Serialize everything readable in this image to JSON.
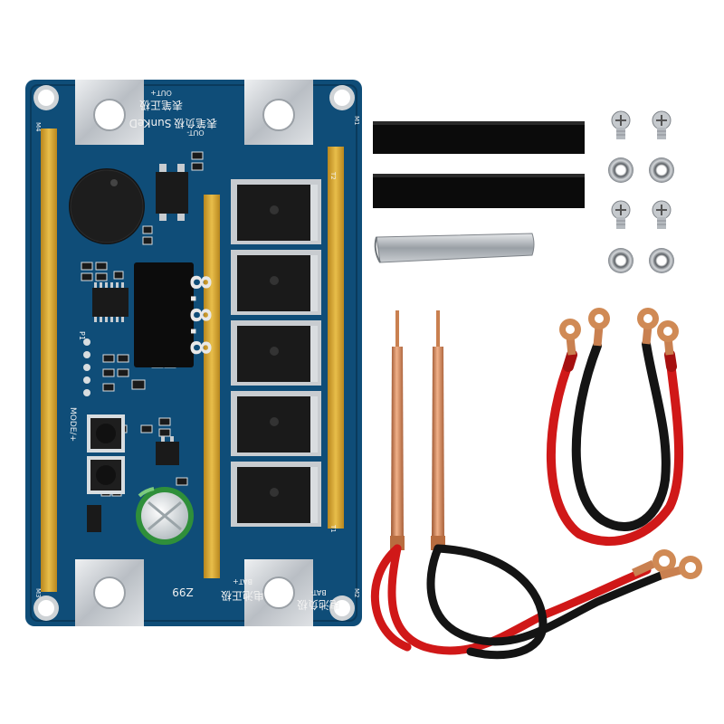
{
  "board": {
    "brand": "SunKeD",
    "model": "Z99",
    "out_minus_code": "OUT-",
    "out_minus_cn": "表笔负极",
    "out_plus_code": "OUT+",
    "out_plus_cn": "表笔正极",
    "bat_minus_code": "BAT-",
    "bat_minus_cn": "电池负极",
    "bat_plus_code": "BAT+",
    "bat_plus_cn": "电池正极",
    "mode_label": "MODE/+",
    "p1_label": "P1",
    "display_text": "8.8.8",
    "pad_labels": [
      "M1",
      "M2",
      "M3",
      "M4"
    ],
    "t_labels": [
      "T1",
      "T2"
    ]
  },
  "colors": {
    "pcb": "#0f4d78",
    "pcb_dark": "#0a3a5c",
    "pad_metal": "#c8ccd0",
    "gold_strip": "#d4a530",
    "mosfet": "#1a1a1a",
    "red_cable": "#d01818",
    "black_cable": "#141414",
    "copper": "#d08a55",
    "tape": "#0b0b0b"
  }
}
